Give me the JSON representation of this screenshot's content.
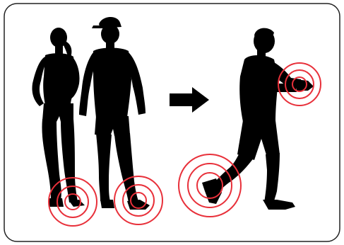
{
  "diagram": {
    "frame": {
      "stroke": "#222222",
      "fill": "#ffffff"
    },
    "silhouette_color": "#000000",
    "ring_color": "#e8303a",
    "panels": {
      "before": {
        "figures": [
          "woman-standing",
          "man-in-cap-standing"
        ],
        "highlight": "shoes"
      },
      "after": {
        "figures": [
          "man-walking-checking-watch"
        ],
        "highlight": [
          "wrist-watch",
          "back-shoe"
        ]
      }
    },
    "transition": {
      "icon": "right-arrow-icon"
    }
  }
}
